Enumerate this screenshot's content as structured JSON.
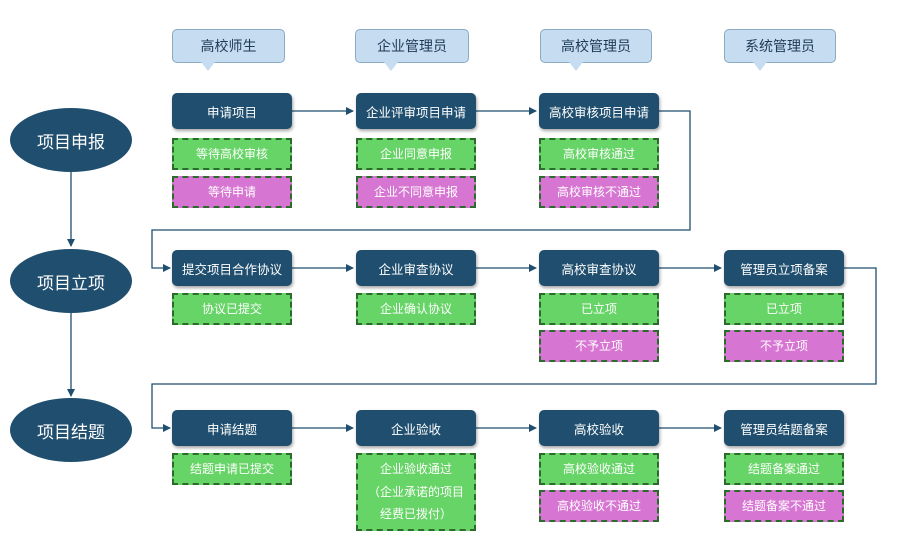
{
  "roles": [
    "高校师生",
    "企业管理员",
    "高校管理员",
    "系统管理员"
  ],
  "phases": [
    "项目申报",
    "项目立项",
    "项目结题"
  ],
  "declaration": {
    "steps": [
      "申请项目",
      "企业评审项目申请",
      "高校审核项目申请"
    ],
    "status_pending_review": "等待高校审核",
    "status_pending_apply": "等待申请",
    "status_enterprise_agree": "企业同意申报",
    "status_enterprise_disagree": "企业不同意申报",
    "status_school_pass": "高校审核通过",
    "status_school_fail": "高校审核不通过"
  },
  "approval": {
    "steps": [
      "提交项目合作协议",
      "企业审查协议",
      "高校审查协议",
      "管理员立项备案"
    ],
    "status_submitted": "协议已提交",
    "status_enterprise_confirm": "企业确认协议",
    "status_school_approved": "已立项",
    "status_school_rejected": "不予立项",
    "status_admin_approved": "已立项",
    "status_admin_rejected": "不予立项"
  },
  "closure": {
    "steps": [
      "申请结题",
      "企业验收",
      "高校验收",
      "管理员结题备案"
    ],
    "status_submitted": "结题申请已提交",
    "status_enterprise_lines": [
      "企业验收通过",
      "（企业承诺的项目",
      "经费已拨付）"
    ],
    "status_school_pass": "高校验收通过",
    "status_school_fail": "高校验收不通过",
    "status_admin_pass": "结题备案通过",
    "status_admin_fail": "结题备案不通过"
  }
}
